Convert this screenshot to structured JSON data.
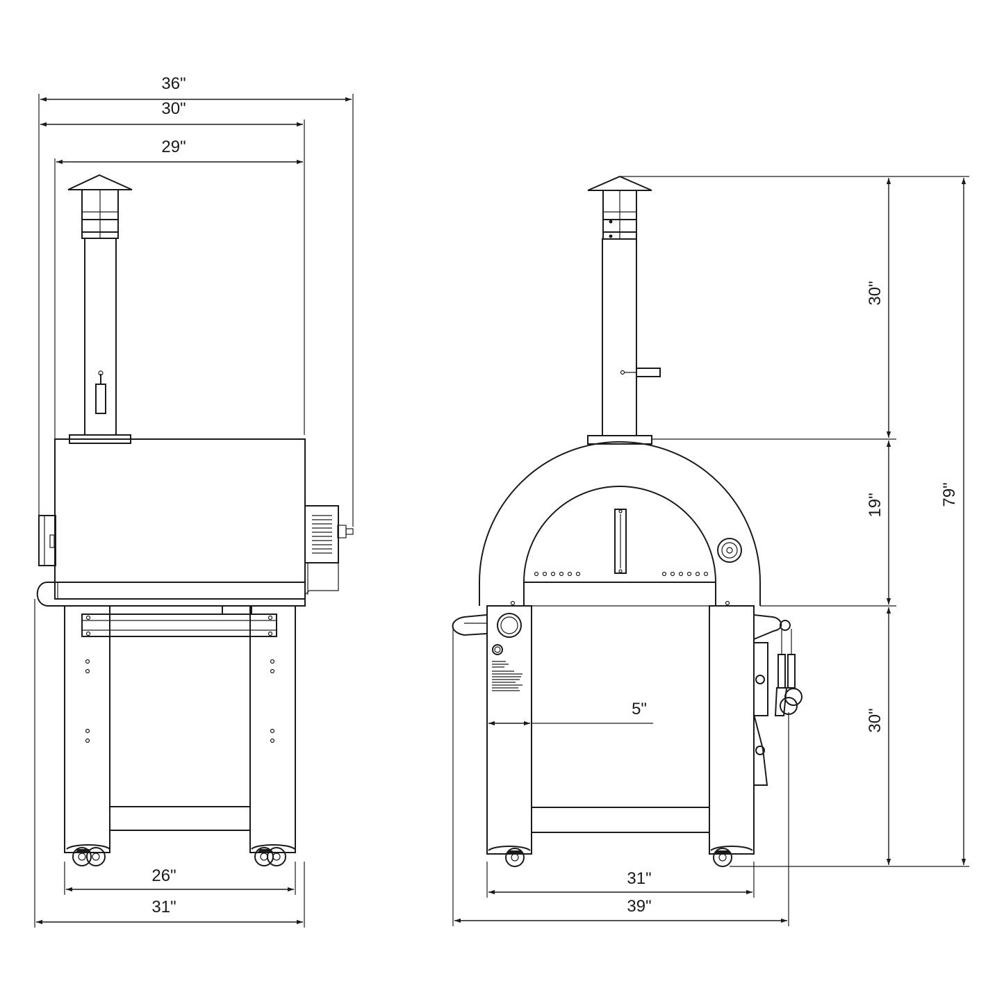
{
  "side_view": {
    "dim_total_width": "36\"",
    "dim_body_width": "30\"",
    "dim_oven_width": "29\"",
    "dim_base_inner": "26\"",
    "dim_base_outer": "31\""
  },
  "front_view": {
    "dim_chimney_height": "30\"",
    "dim_dome_height": "19\"",
    "dim_stand_height": "30\"",
    "dim_overall_height": "79\"",
    "dim_leg_width": "5\"",
    "dim_stand_width": "31\"",
    "dim_overall_width": "39\""
  },
  "colors": {
    "line": "#1a1a1a",
    "background": "#ffffff"
  }
}
